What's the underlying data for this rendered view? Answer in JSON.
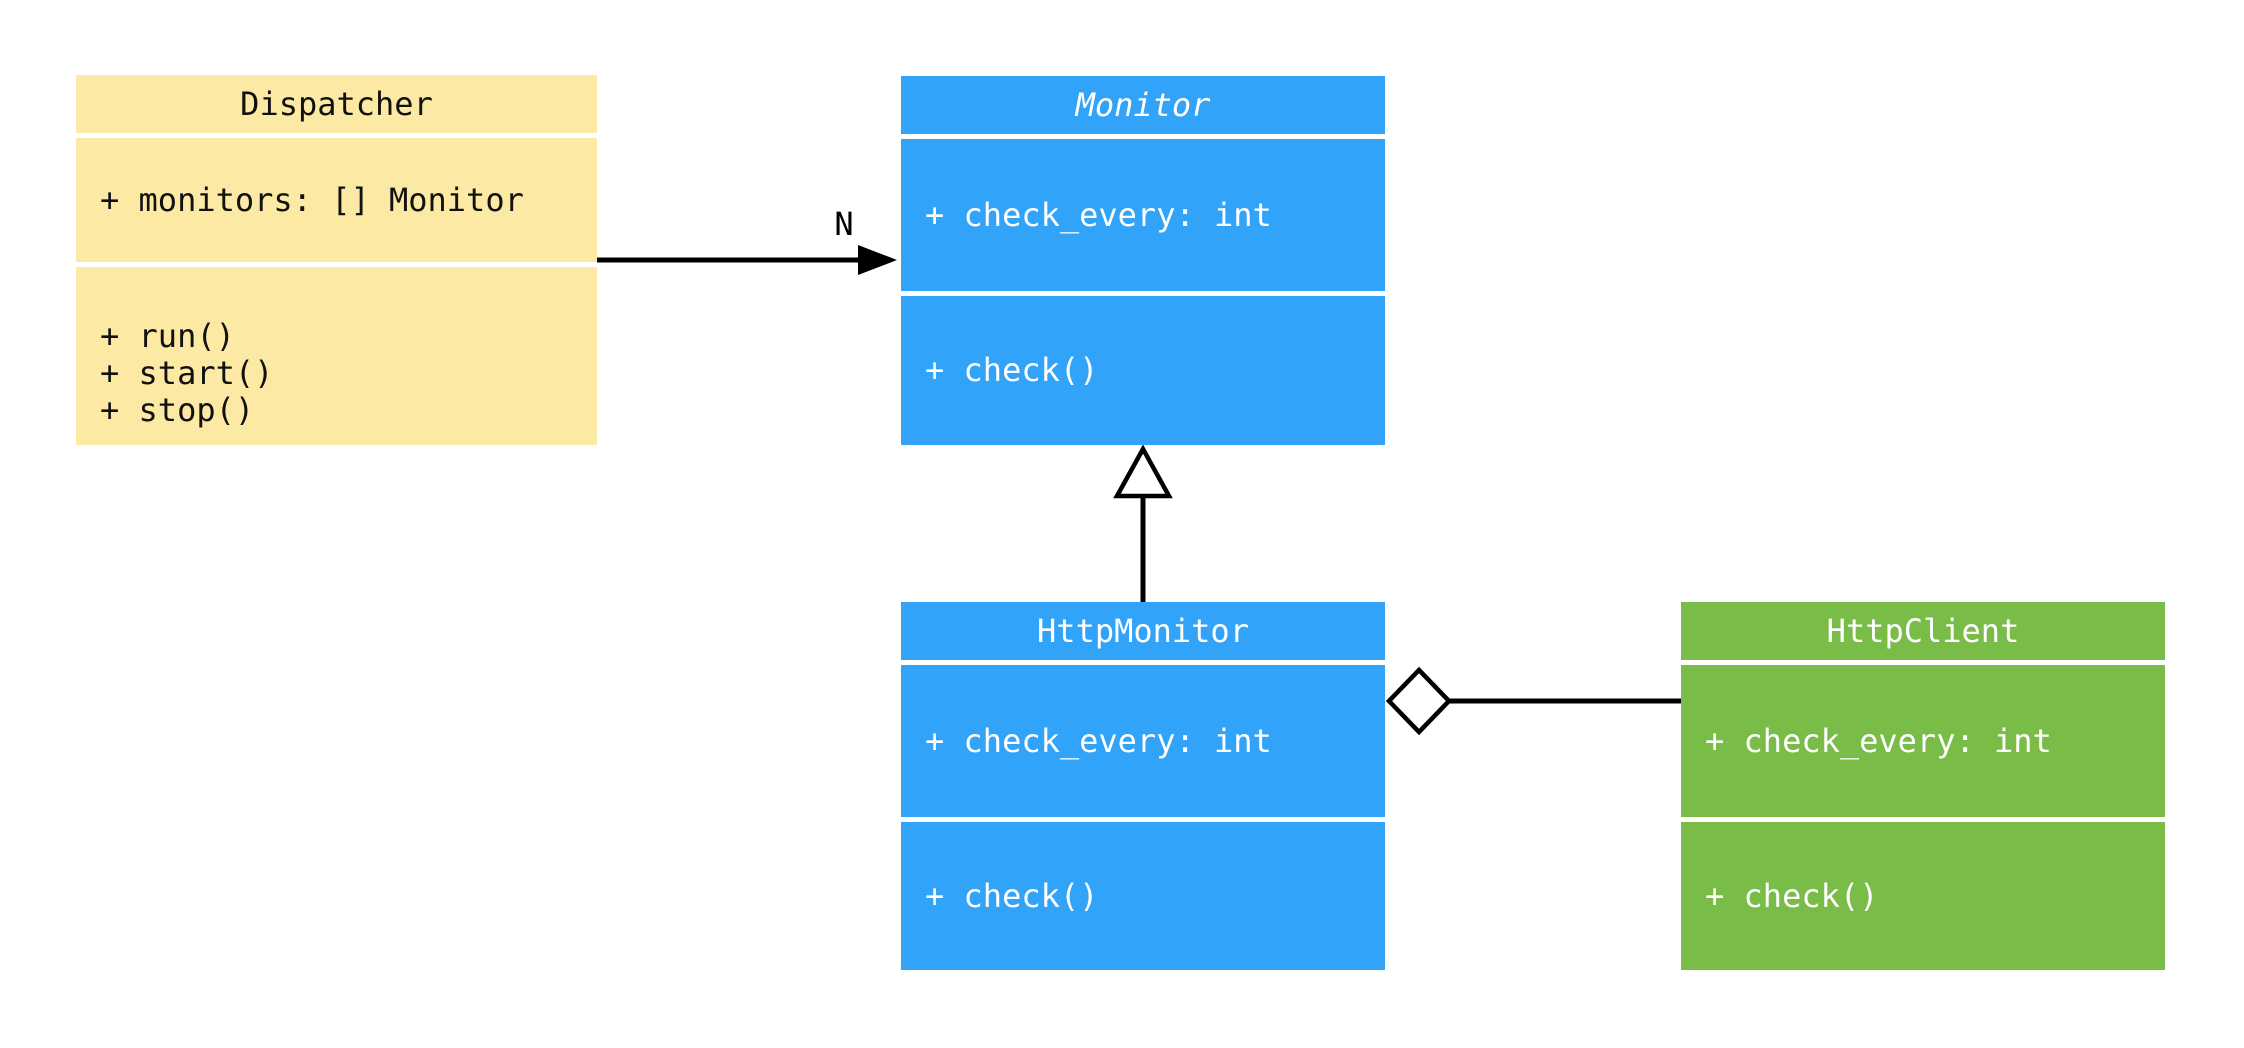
{
  "diagram": {
    "type": "uml-class-diagram",
    "background": "#FFFFFF",
    "classes": [
      {
        "name": "Dispatcher",
        "abstract": false,
        "fill": "#FCE9A3",
        "text_color": "#111111",
        "attributes": [
          "+ monitors: [] Monitor"
        ],
        "methods": [
          "+ run()",
          "+ start()",
          "+ stop()"
        ]
      },
      {
        "name": "Monitor",
        "abstract": true,
        "fill": "#31A3F8",
        "text_color": "#FFFFFF",
        "attributes": [
          "+ check_every: int"
        ],
        "methods": [
          "+ check()"
        ]
      },
      {
        "name": "HttpMonitor",
        "abstract": false,
        "fill": "#31A3F8",
        "text_color": "#FFFFFF",
        "attributes": [
          "+ check_every: int"
        ],
        "methods": [
          "+ check()"
        ]
      },
      {
        "name": "HttpClient",
        "abstract": false,
        "fill": "#79BC48",
        "text_color": "#FFFFFF",
        "attributes": [
          "+ check_every: int"
        ],
        "methods": [
          "+ check()"
        ]
      }
    ],
    "relations": [
      {
        "type": "association",
        "from": "Dispatcher",
        "to": "Monitor",
        "label": "N",
        "arrow": "filled"
      },
      {
        "type": "inheritance",
        "from": "HttpMonitor",
        "to": "Monitor",
        "label": "",
        "arrow": "hollow-triangle"
      },
      {
        "type": "aggregation",
        "from": "HttpMonitor",
        "to": "HttpClient",
        "label": "",
        "arrow": "hollow-diamond"
      }
    ],
    "line_color": "#000000"
  }
}
